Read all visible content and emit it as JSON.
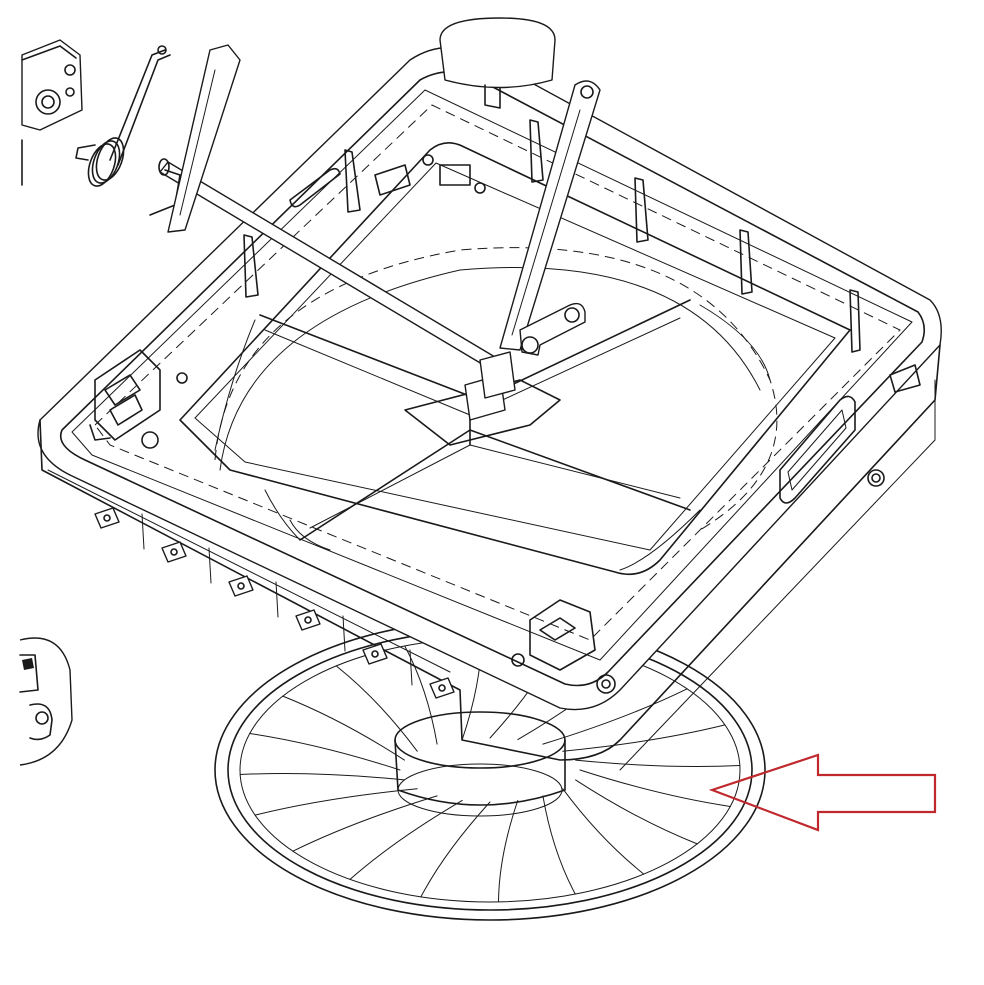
{
  "drawing": {
    "subject": "",
    "parts": [
      {
        "name": "vent-base-frame"
      },
      {
        "name": "fan-blade"
      },
      {
        "name": "lift-arm"
      },
      {
        "name": "crank-rod"
      },
      {
        "name": "torsion-spring"
      },
      {
        "name": "motor-mount"
      }
    ]
  },
  "callout": {
    "arrow_color": "#c0282d",
    "direction": "left",
    "target": "fan-blade"
  },
  "colors": {
    "line": "#1a1a1a",
    "background": "#ffffff"
  }
}
